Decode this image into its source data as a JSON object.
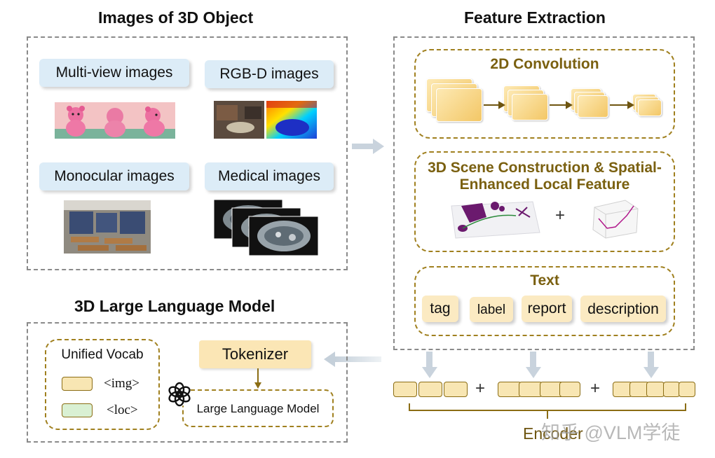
{
  "titles": {
    "images_of_3d_object": "Images of 3D Object",
    "feature_extraction": "Feature Extraction",
    "llm_3d": "3D Large Language Model"
  },
  "image_types": {
    "multiview": "Multi-view images",
    "rgbd": "RGB-D images",
    "monocular": "Monocular images",
    "medical": "Medical images"
  },
  "feature_blocks": {
    "conv": "2D Convolution",
    "scene_line1": "3D Scene Construction & Spatial-",
    "scene_line2": "Enhanced Local Feature",
    "scene_plus": "+",
    "text_title": "Text",
    "text_chips": [
      "tag",
      "label",
      "report",
      "description"
    ]
  },
  "llm_panel": {
    "unified_vocab": "Unified Vocab",
    "img_token": "<img>",
    "loc_token": "<loc>",
    "tokenizer": "Tokenizer",
    "large_language_model": "Large Language Model"
  },
  "encoder": {
    "label": "Encoder",
    "plus1": "+",
    "plus2": "+"
  },
  "watermark": "知乎 @VLM学徒",
  "colors": {
    "gold_border": "#a0801f",
    "gold_text": "#7a6010",
    "label_blue": "#dcecf7",
    "chip_yellow": "#fbeac2",
    "vocab_green": "#d9f0d3"
  }
}
